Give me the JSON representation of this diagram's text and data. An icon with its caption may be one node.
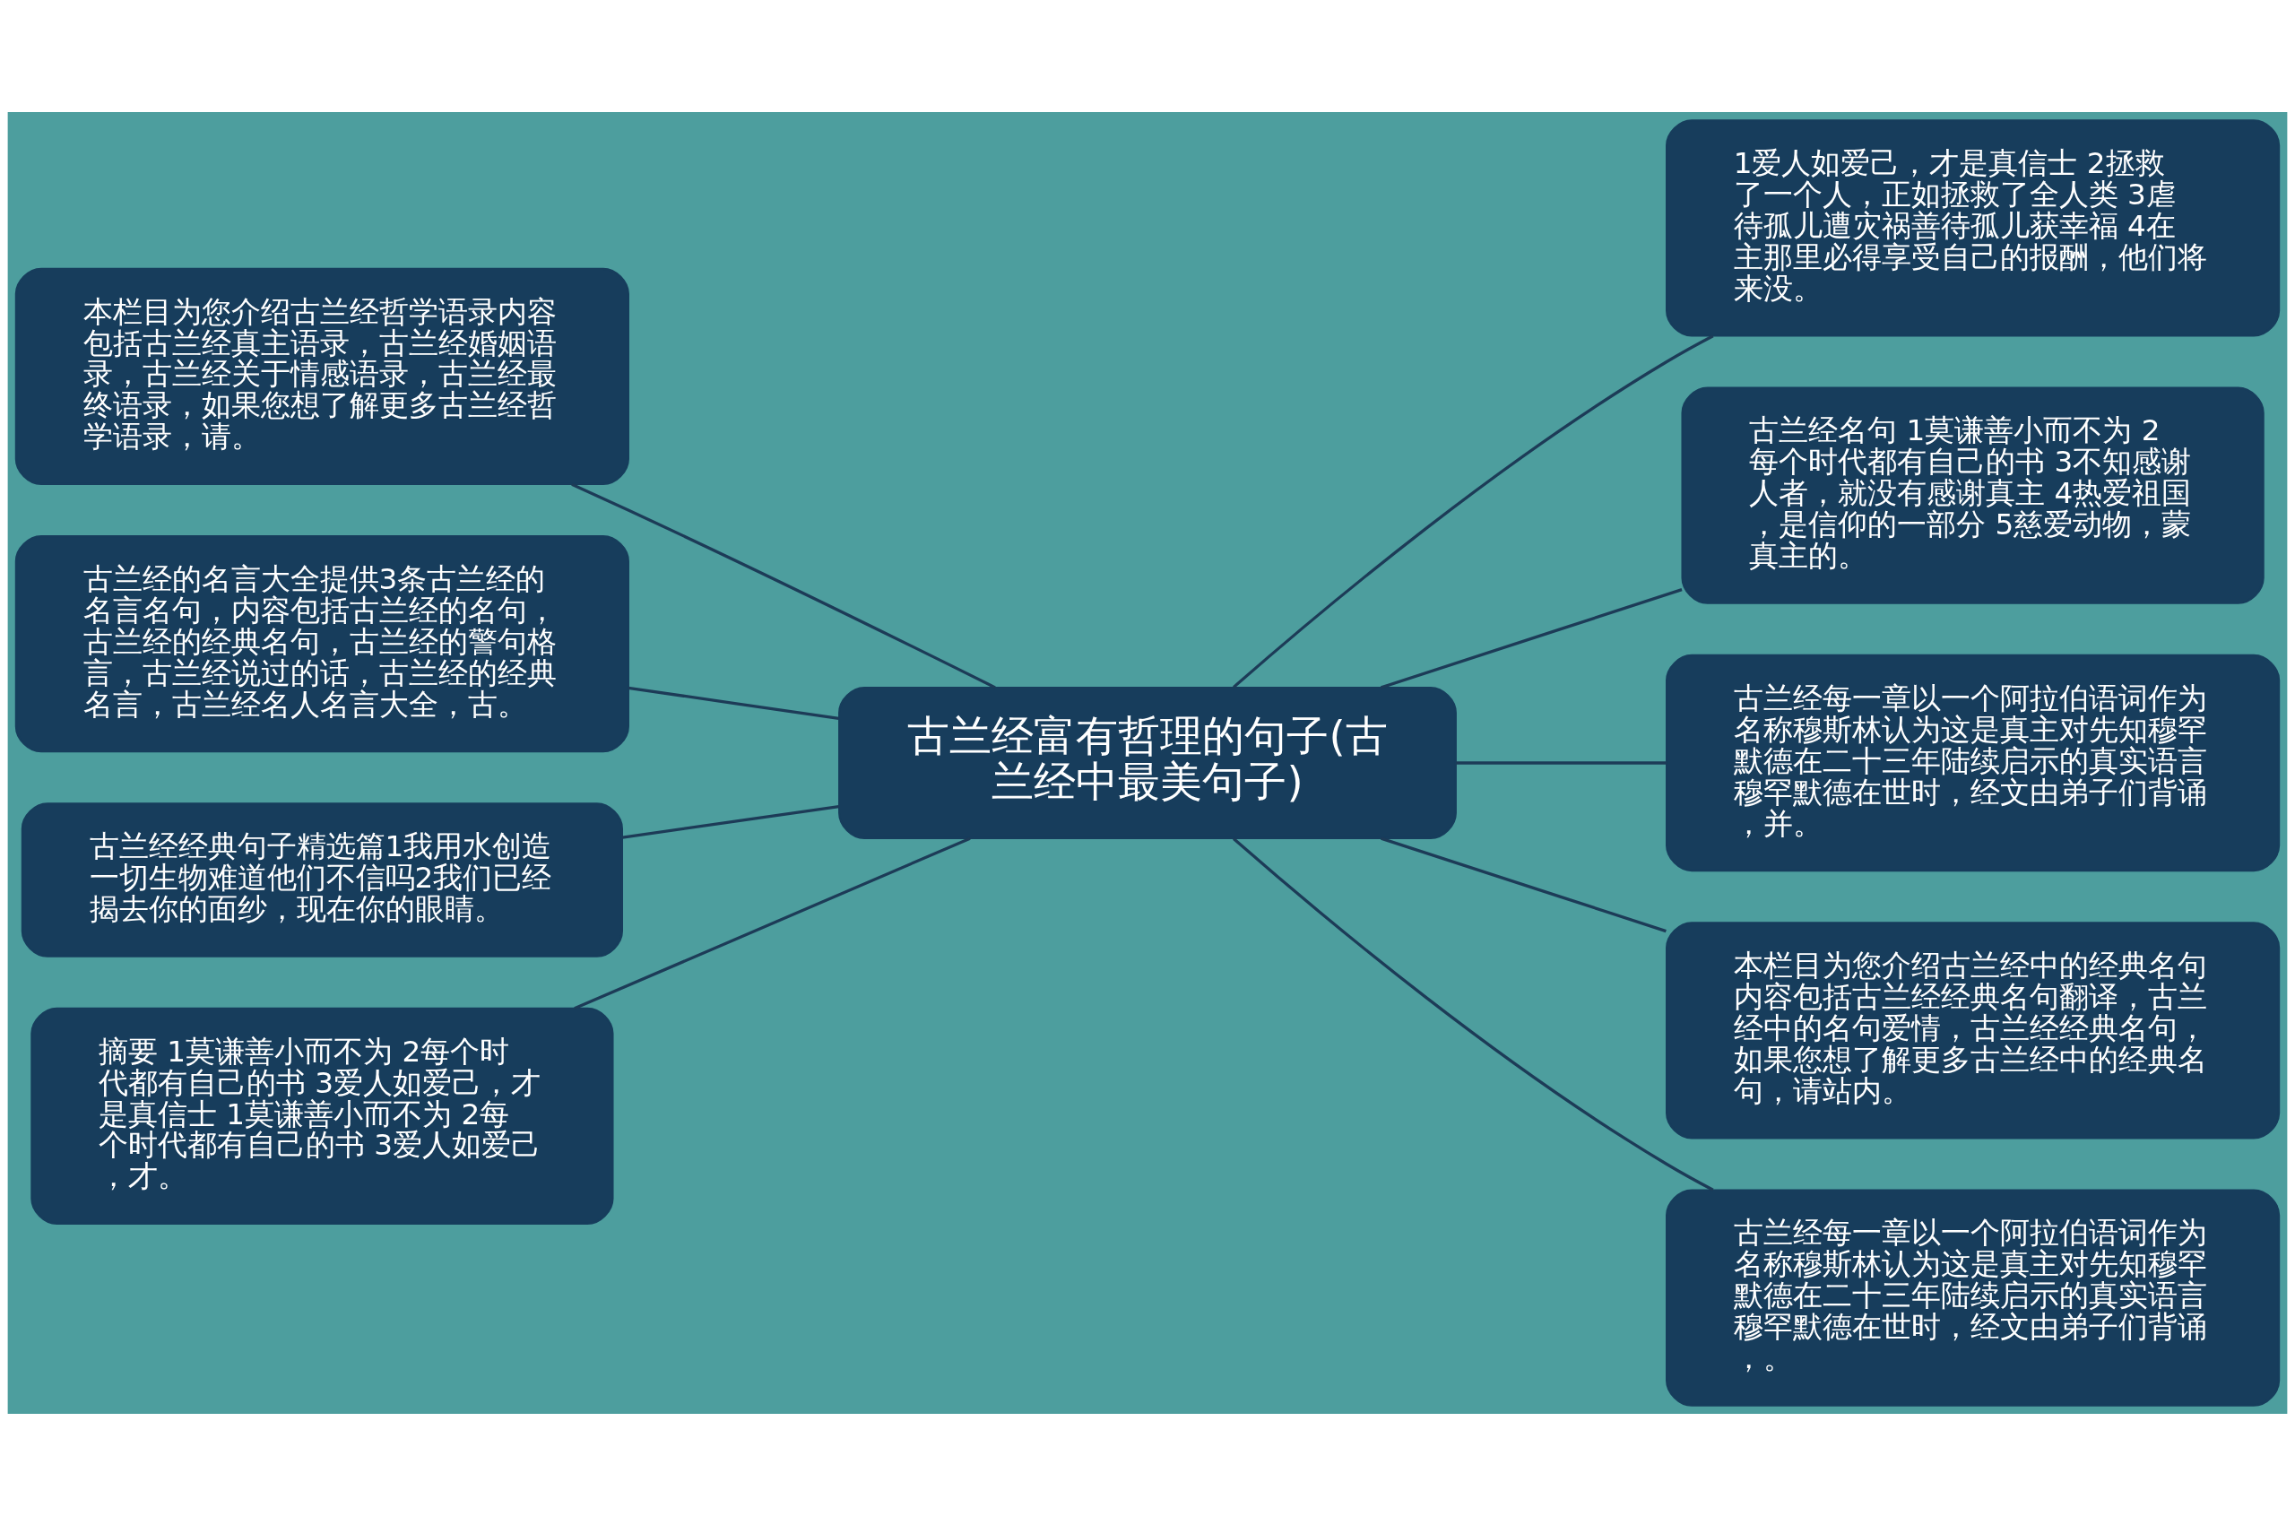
{
  "diagram": {
    "nodes": [
      {
        "text": [
          "古兰经富有哲理的句子(古兰经中最美句子)"
        ]
      },
      {
        "text": [
          "本栏目为您介绍古兰经哲学语录内容包括古兰经真主语录，古兰经婚姻语录，古兰经关于情感语录，古兰经最终语录，如果您想了解更多古兰经哲学语录，请。"
        ]
      },
      {
        "text": [
          "古兰经的名言大全提供3条古兰经的名言名句，内容包括古兰经的名句，古兰经的经典名句，古兰经的警句格言，古兰经说过的话，古兰经的经典名言，古兰经名人名言大全，古。"
        ]
      },
      {
        "text": [
          "古兰经经典句子精选篇1我用水创造一切生物难道他们不信吗2我们已经揭去你的面纱，现在你的眼睛。"
        ]
      },
      {
        "text": [
          "摘要 1莫谦善小而不为 2每个时代都有自己的书 3爱人如爱己，才是真信士 1莫谦善小而不为 2每个时代都有自己的书 3爱人如爱己，才。"
        ]
      },
      {
        "text": [
          "1爱人如爱己，才是真信士 2拯救了一个人，正如拯救了全人类 3虐待孤儿遭灾祸善待孤儿获幸福 4在主那里必得享受自己的报酬，他们将来没。"
        ]
      },
      {
        "text": [
          "古兰经名句 1莫谦善小而不为 2每个时代都有自己的书 3不知感谢人者，就没有感谢真主 4热爱祖国，是信仰的一部分 5慈爱动物，蒙真主的。"
        ]
      },
      {
        "text": [
          "古兰经每一章以一个阿拉伯语词作为名称穆斯林认为这是真主对先知穆罕默德在二十三年陆续启示的真实语言穆罕默德在世时，经文由弟子们背诵，并。"
        ]
      },
      {
        "text": [
          "本栏目为您介绍古兰经中的经典名句内容包括古兰经经典名句翻译，古兰经中的名句爱情，古兰经经典名句，如果您想了解更多古兰经中的经典名句，请站内。"
        ]
      },
      {
        "text": [
          "古兰经每一章以一个阿拉伯语词作为名称穆斯林认为这是真主对先知穆罕默德在二十三年陆续启示的真实语言穆罕默德在世时，经文由弟子们背诵，。"
        ]
      }
    ],
    "edges": [
      {
        "from": 0,
        "to": 1,
        "arrow": "none"
      },
      {
        "from": 0,
        "to": 2,
        "arrow": "none"
      },
      {
        "from": 0,
        "to": 3,
        "arrow": "none"
      },
      {
        "from": 0,
        "to": 4,
        "arrow": "none"
      },
      {
        "from": 0,
        "to": 5,
        "arrow": "none"
      },
      {
        "from": 0,
        "to": 6,
        "arrow": "none"
      },
      {
        "from": 0,
        "to": 7,
        "arrow": "none"
      },
      {
        "from": 0,
        "to": 8,
        "arrow": "none"
      },
      {
        "from": 0,
        "to": 9,
        "arrow": "none"
      }
    ]
  }
}
